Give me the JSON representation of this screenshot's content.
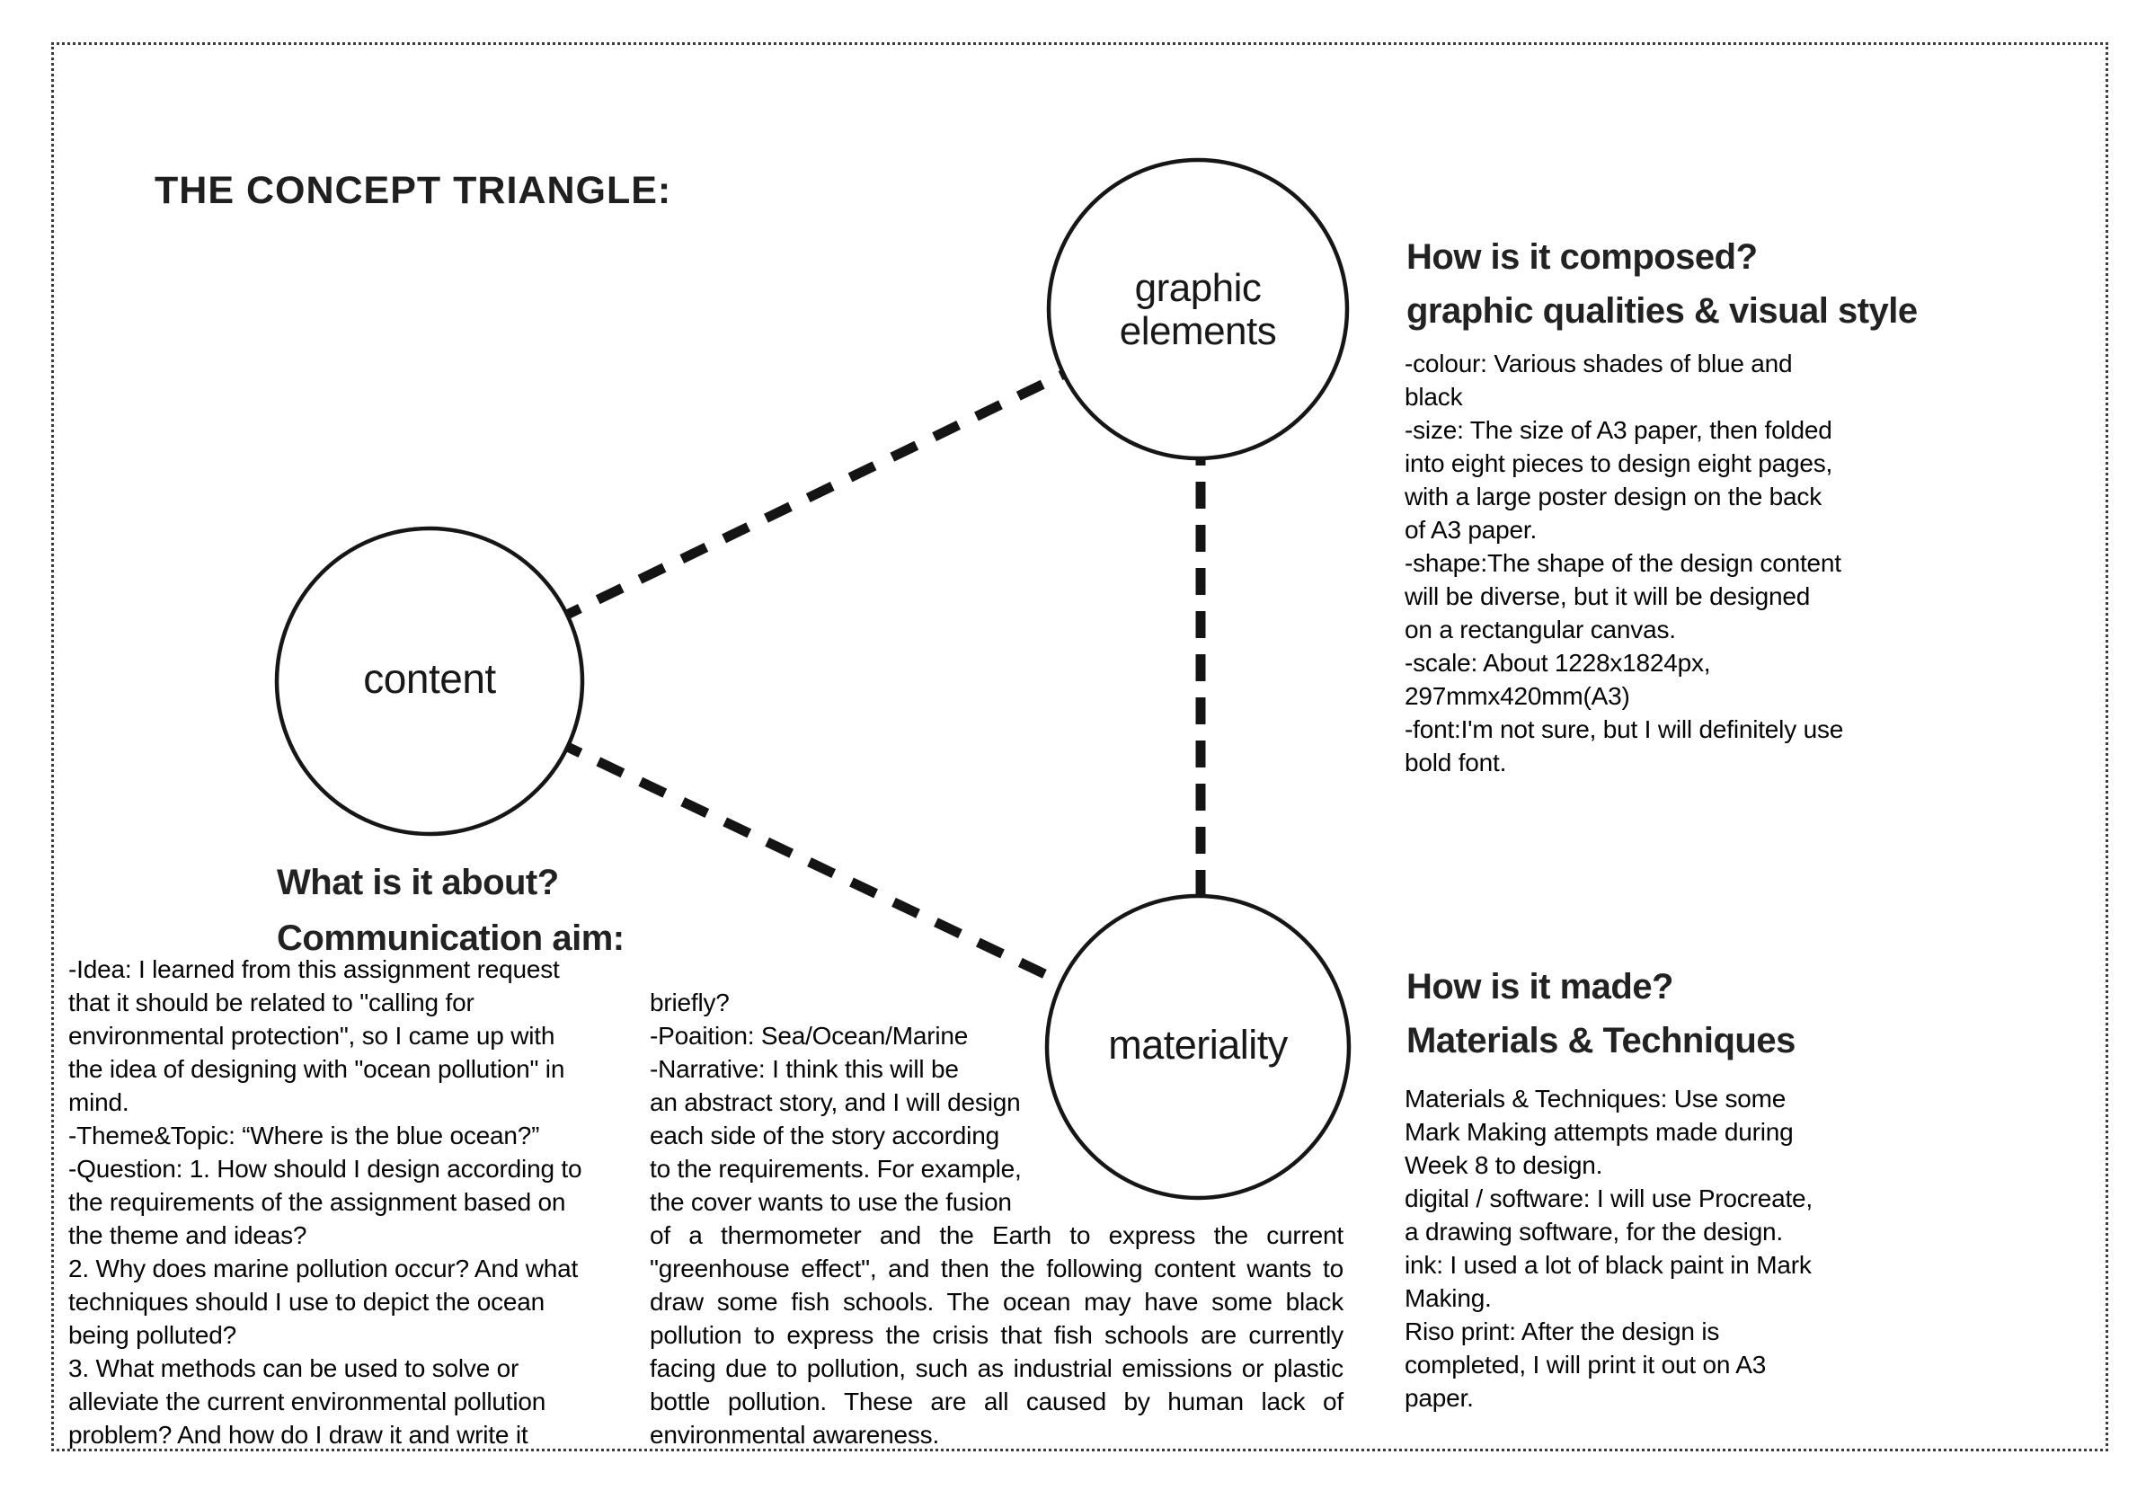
{
  "page": {
    "title": "THE CONCEPT TRIANGLE:"
  },
  "triangle": {
    "graphic_elements_label": "graphic\nelements",
    "content_label": "content",
    "materiality_label": "materiality"
  },
  "content_section": {
    "heading1": "What is it about?",
    "heading2": "Communication aim:",
    "col1": "-Idea: I learned from this assignment request\nthat it should be related to \"calling for\nenvironmental protection\", so I came up with\nthe idea of designing with \"ocean pollution\" in\nmind.\n-Theme&Topic: “Where is the blue ocean?”\n-Question: 1. How should I design according to\nthe requirements of the assignment based on\nthe theme and ideas?\n2. Why does marine pollution occur? And what\ntechniques should I use to depict the ocean\nbeing polluted?\n3. What methods can be used to solve or\nalleviate the current environmental pollution\nproblem? And how do I draw it and write it",
    "col2_narrow": "briefly?\n-Poaition: Sea/Ocean/Marine\n-Narrative: I think this will be\nan abstract story, and I will design\neach side of the story according\nto the requirements. For example,\nthe cover wants to use the fusion",
    "col2_wide": "of a thermometer and the Earth to express the current \"greenhouse effect\", and then the following content wants to draw some fish schools. The ocean may have some black pollution to express the crisis that fish schools are currently facing due to pollution, such as industrial emissions or plastic bottle pollution. These are all caused by human lack of environmental awareness."
  },
  "composed_section": {
    "heading1": "How is it composed?",
    "heading2": "graphic qualities & visual style",
    "body": "-colour: Various shades of blue and\nblack\n-size: The size of A3 paper, then folded\ninto eight pieces to design eight pages,\nwith a large poster design on the back\nof A3 paper.\n-shape:The shape of the design content\nwill be diverse, but it will be designed\non a rectangular canvas.\n-scale: About 1228x1824px,\n297mmx420mm(A3)\n-font:I'm not sure, but I will definitely use\nbold font."
  },
  "made_section": {
    "heading1": "How is it made?",
    "heading2": "Materials & Techniques",
    "body": "Materials & Techniques: Use some\nMark Making attempts made during\nWeek 8 to design.\ndigital / software: I will use Procreate,\na drawing software, for the design.\nink: I used a lot of black paint in Mark\nMaking.\nRiso print: After the design is\ncompleted, I will print it out on A3\npaper."
  },
  "colors": {
    "ink": "#141414",
    "background": "#ffffff"
  }
}
